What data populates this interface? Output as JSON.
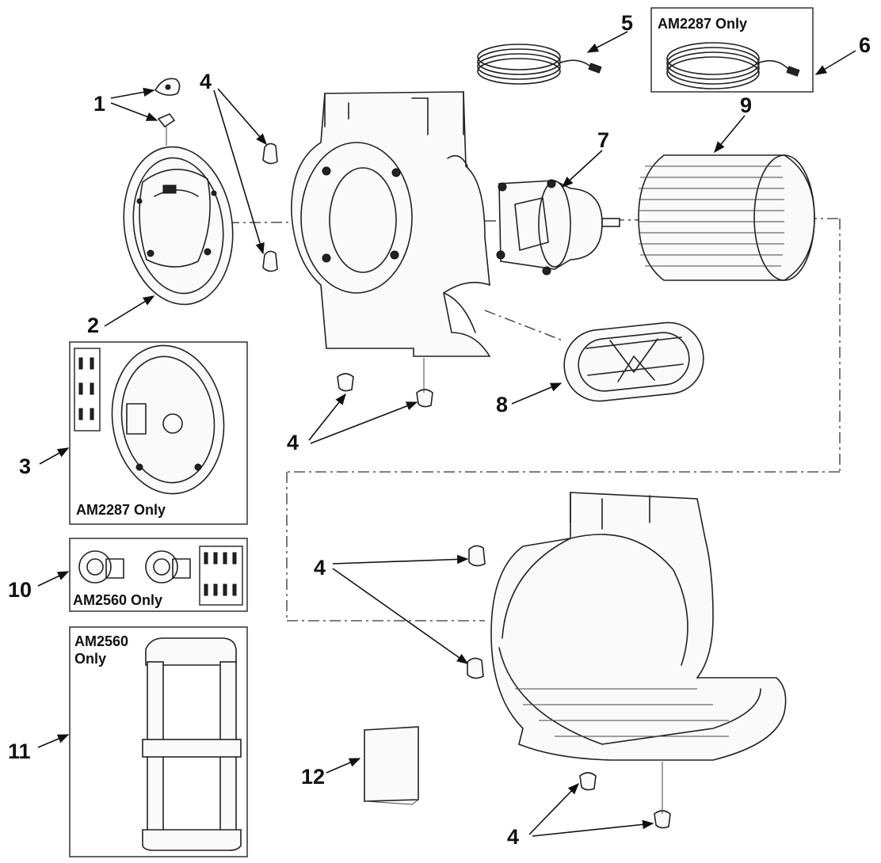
{
  "callouts": {
    "c1": "1",
    "c2": "2",
    "c3": "3",
    "c4": "4",
    "c5": "5",
    "c6": "6",
    "c7": "7",
    "c8": "8",
    "c9": "9",
    "c10": "10",
    "c11": "11",
    "c12": "12"
  },
  "notes": {
    "am2287_cord": "AM2287 Only",
    "am2287_assembly": "AM2287 Only",
    "am2560_switch": "AM2560 Only",
    "am2560_handle_line1": "AM2560",
    "am2560_handle_line2": "Only"
  }
}
